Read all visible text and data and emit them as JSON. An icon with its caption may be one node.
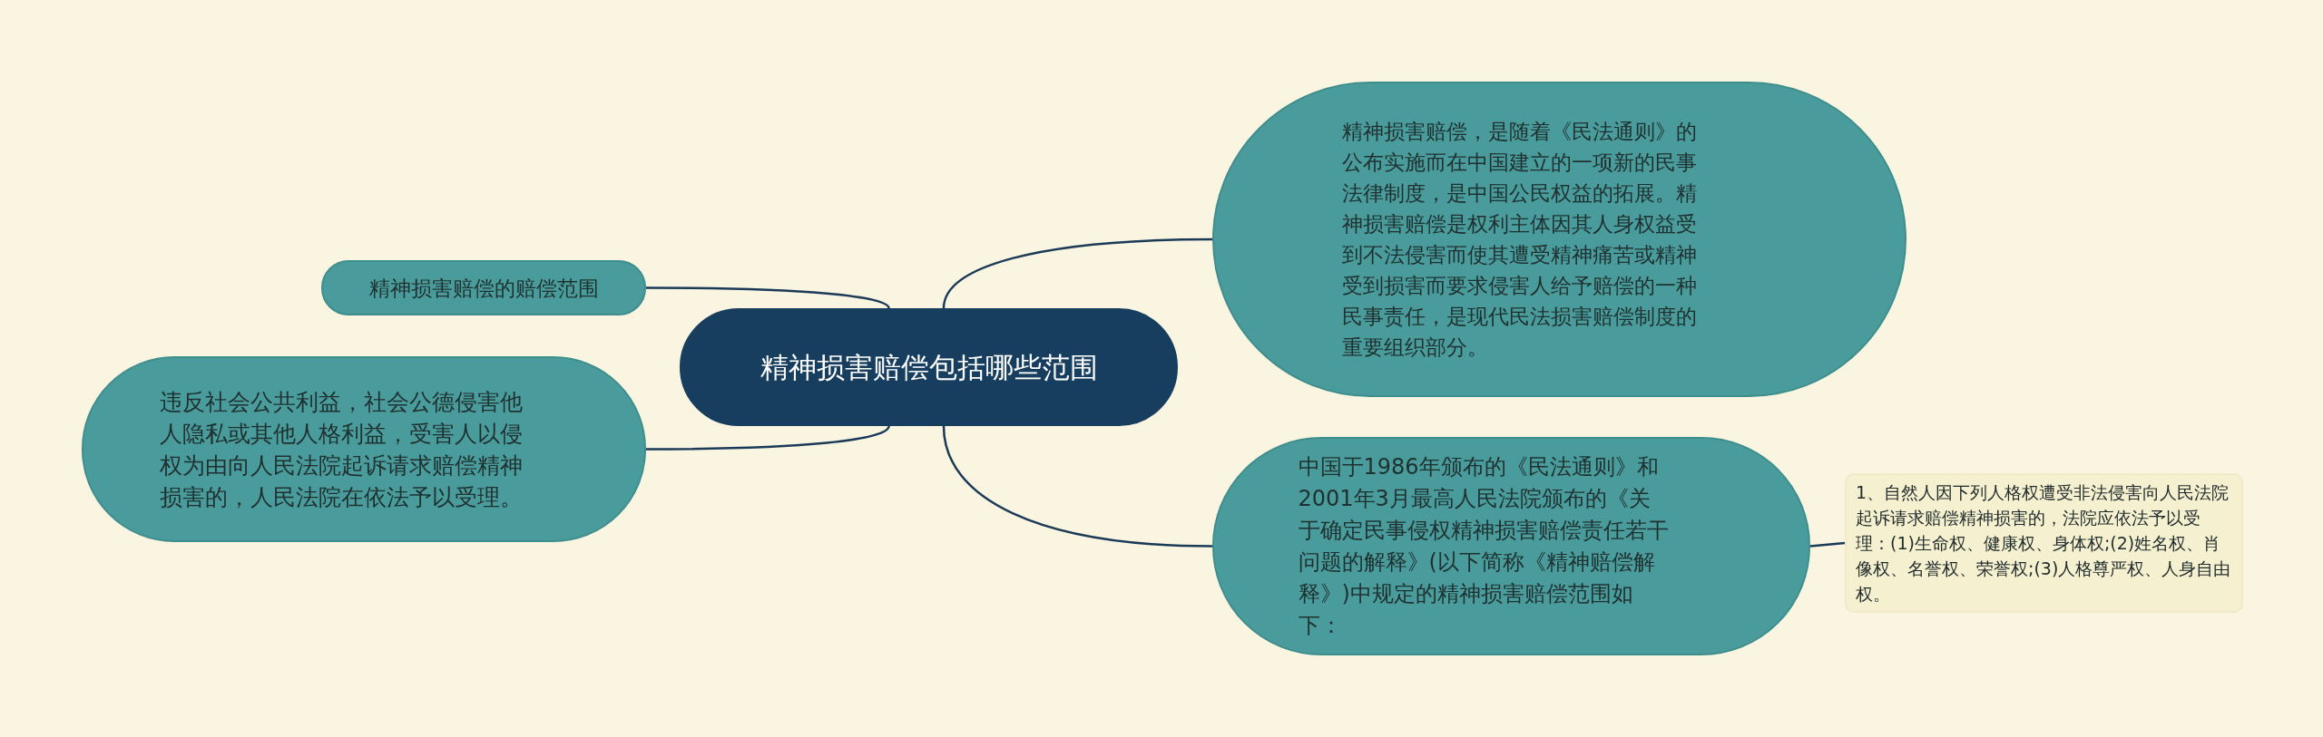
{
  "diagram": {
    "nodes": [
      {
        "text": [
          "精神损害赔偿包括哪些范围"
        ]
      },
      {
        "text": [
          "精神损害赔偿，是随着《民法通则》的公布实施而在中国建立的一项新的民事法律制度，是中国公民权益的拓展。精神损害赔偿是权利主体因其人身权益受到不法侵害而使其遭受精神痛苦或精神受到损害而要求侵害人给予赔偿的一种民事责任，是现代民法损害赔偿制度的重要组织部分。"
        ]
      },
      {
        "text": [
          "精神损害赔偿的赔偿范围"
        ]
      },
      {
        "text": [
          "违反社会公共利益，社会公德侵害他人隐私或其他人格利益，受害人以侵权为由向人民法院起诉请求赔偿精神损害的，人民法院在依法予以受理。"
        ]
      },
      {
        "text": [
          "中国于1986年颁布的《民法通则》和2001年3月最高人民法院颁布的《关于确定民事侵权精神损害赔偿责任若干问题的解释》(以下简称《精神赔偿解释》)中规定的精神损害赔偿范围如下："
        ]
      },
      {
        "text": [
          "1、自然人因下列人格权遭受非法侵害向人民法院起诉请求赔偿精神损害的，法院应依法予以受理：(1)生命权、健康权、身体权;(2)姓名权、肖像权、名誉权、荣誉权;(3)人格尊严权、人身自由权。"
        ]
      }
    ],
    "edges": [
      {
        "from": 0,
        "to": 1,
        "arrow": "none"
      },
      {
        "from": 0,
        "to": 2,
        "arrow": "none"
      },
      {
        "from": 0,
        "to": 3,
        "arrow": "none"
      },
      {
        "from": 0,
        "to": 4,
        "arrow": "none"
      },
      {
        "from": 4,
        "to": 5,
        "arrow": "none"
      }
    ]
  }
}
